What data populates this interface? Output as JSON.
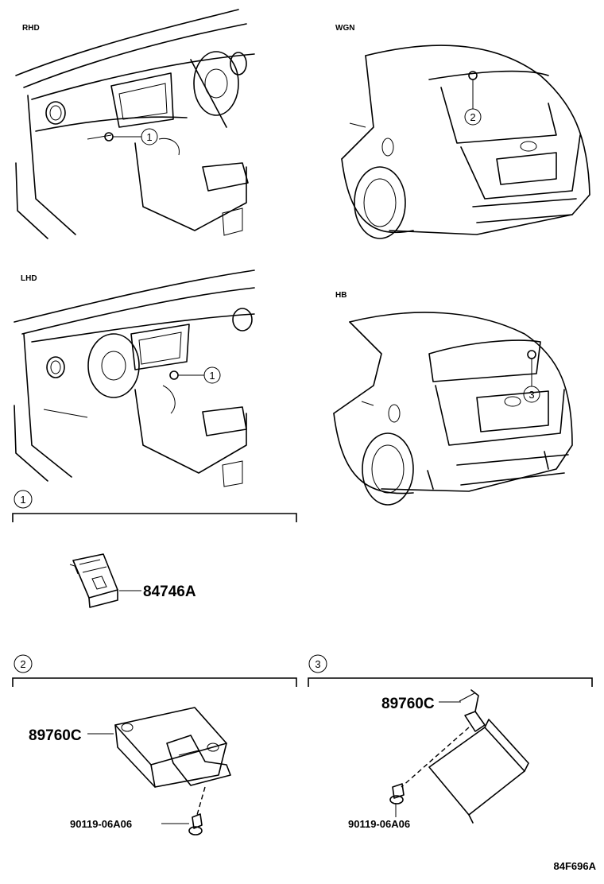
{
  "views": {
    "rhd": "RHD",
    "wgn": "WGN",
    "lhd": "LHD",
    "hb": "HB"
  },
  "callouts": {
    "c1": "1",
    "c2": "2",
    "c3": "3"
  },
  "parts": {
    "switch": "84746A",
    "sensor_wgn": "89760C",
    "bolt_wgn": "90119-06A06",
    "sensor_hb": "89760C",
    "bolt_hb": "90119-06A06"
  },
  "diagram_ref": "84F696A"
}
